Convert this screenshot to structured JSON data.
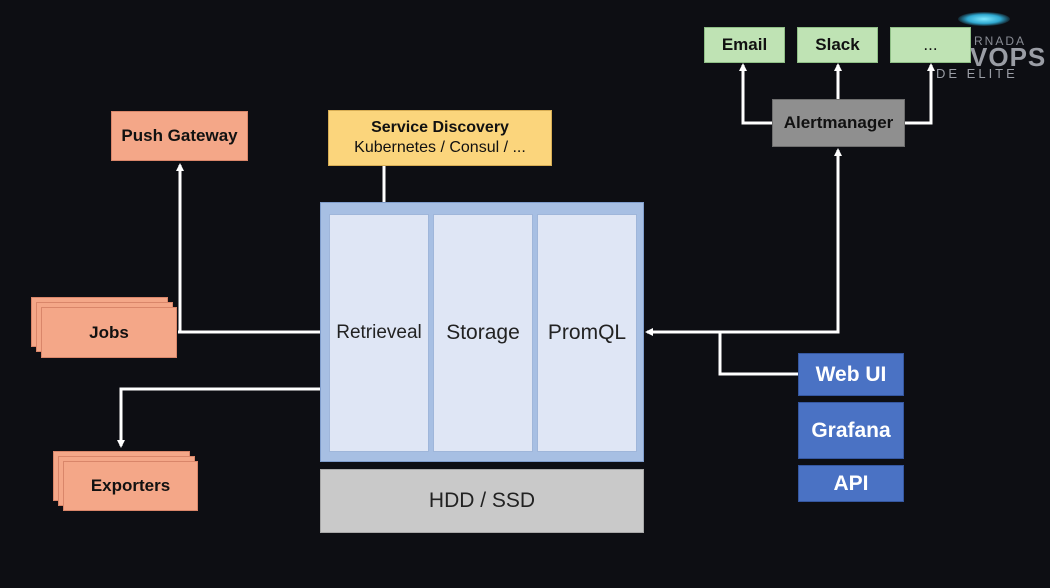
{
  "boxes": {
    "push_gateway": "Push Gateway",
    "service_discovery_title": "Service Discovery",
    "service_discovery_sub": "Kubernetes / Consul / ...",
    "jobs": "Jobs",
    "exporters": "Exporters",
    "retrieval": "Retrieveal",
    "storage": "Storage",
    "promql": "PromQL",
    "disk": "HDD / SSD",
    "alertmanager": "Alertmanager",
    "email": "Email",
    "slack": "Slack",
    "more": "...",
    "web_ui": "Web UI",
    "grafana": "Grafana",
    "api": "API"
  },
  "watermark": {
    "line1": "RNADA",
    "line2": "VOPS",
    "line3": "DE ELITE"
  },
  "colors": {
    "background": "#0d0e13",
    "orange": "#f4a788",
    "yellow": "#fbd57c",
    "green": "#bfe3b4",
    "gray": "#8f8f8f",
    "blue": "#4a72c4",
    "server": "#a7bfe3",
    "disk": "#c9c9c9",
    "arrow": "#ffffff"
  }
}
